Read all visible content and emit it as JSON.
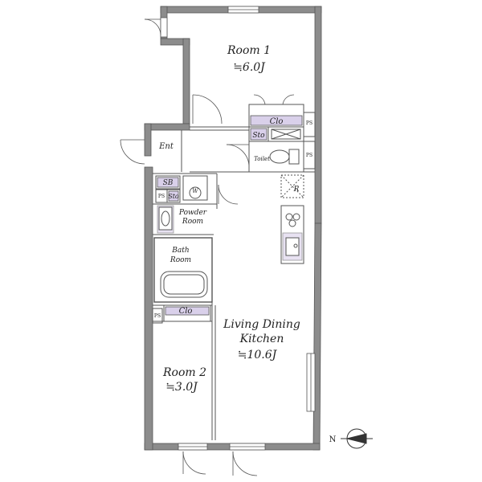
{
  "rooms": {
    "room1": {
      "name": "Room 1",
      "size": "≒6.0J"
    },
    "ldk": {
      "name_line1": "Living Dining",
      "name_line2": "Kitchen",
      "size": "≒10.6J"
    },
    "room2": {
      "name": "Room 2",
      "size": "≒3.0J"
    }
  },
  "labels": {
    "closet": "Clo",
    "closet2": "Clo",
    "storage": "Sto",
    "storage2": "Sto",
    "toilet": "Toilet",
    "entrance": "Ent",
    "shoebox": "SB",
    "pipe_space": "PS",
    "washer": "W",
    "powder_line1": "Powder",
    "powder_line2": "Room",
    "bath_line1": "Bath",
    "bath_line2": "Room",
    "refrigerator": "R"
  },
  "compass": {
    "label": "N"
  },
  "colors": {
    "wall": "#8c8c8c",
    "wall_edge": "#555555",
    "storage_fill": "#d9d0ea",
    "fixture": "#555555"
  }
}
